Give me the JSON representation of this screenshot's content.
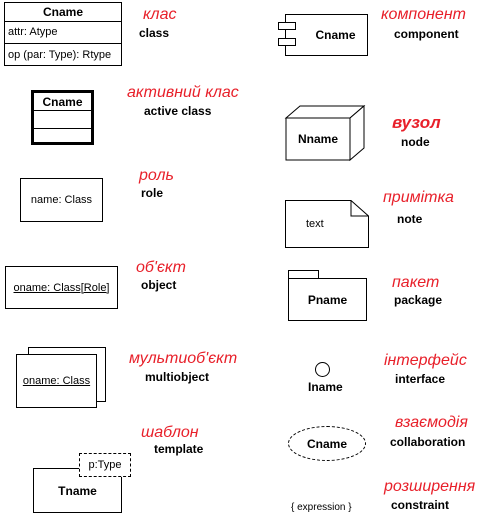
{
  "items": {
    "class": {
      "ua": "клас",
      "en": "class",
      "name": "Cname",
      "attr": "attr: Atype",
      "op": "op (par: Type): Rtype"
    },
    "active_class": {
      "ua": "активний клас",
      "en": "active class",
      "name": "Cname"
    },
    "role": {
      "ua": "роль",
      "en": "role",
      "text": "name: Class"
    },
    "object": {
      "ua": "об'єкт",
      "en": "object",
      "text": "oname: Class[Role]"
    },
    "multiobject": {
      "ua": "мультиоб'єкт",
      "en": "multiobject",
      "text": "oname: Class"
    },
    "template": {
      "ua": "шаблон",
      "en": "template",
      "name": "Tname",
      "param": "p:Type"
    },
    "component": {
      "ua": "компонент",
      "en": "component",
      "name": "Cname"
    },
    "node": {
      "ua": "вузол",
      "en": "node",
      "name": "Nname"
    },
    "note": {
      "ua": "примітка",
      "en": "note",
      "text": "text"
    },
    "package": {
      "ua": "пакет",
      "en": "package",
      "name": "Pname"
    },
    "interface": {
      "ua": "інтерфейс",
      "en": "interface",
      "name": "Iname"
    },
    "collaboration": {
      "ua": "взаємодія",
      "en": "collaboration",
      "name": "Cname"
    },
    "constraint": {
      "ua": "розширення",
      "en": "constraint",
      "text": "{ expression }"
    }
  }
}
